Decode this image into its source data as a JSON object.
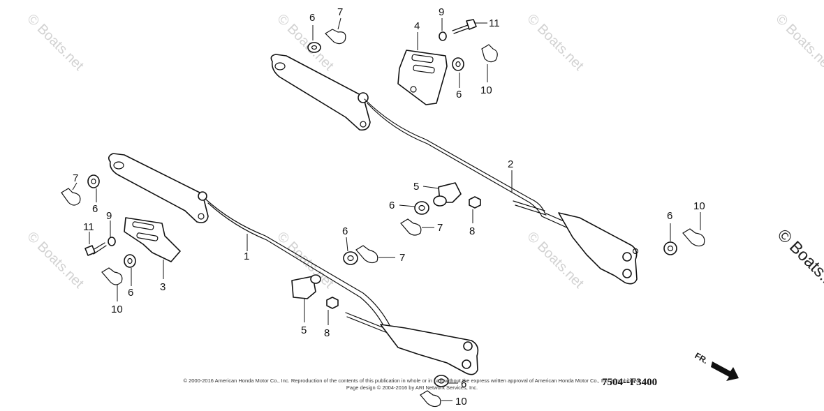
{
  "watermark": {
    "text": "© Boats.net"
  },
  "diagram": {
    "code": "7504--F3400",
    "direction_label": "FR.",
    "copyright_line1": "© 2000-2016 American Honda Motor Co., Inc. Reproduction of the contents of this publication in whole or in part without the express written approval of American Honda Motor Co., Inc. is prohibited.",
    "copyright_line2": "Page design © 2004-2016 by ARI Network Services, Inc.",
    "callouts": [
      "1",
      "2",
      "3",
      "4",
      "5",
      "6",
      "7",
      "8",
      "9",
      "10",
      "11"
    ]
  }
}
